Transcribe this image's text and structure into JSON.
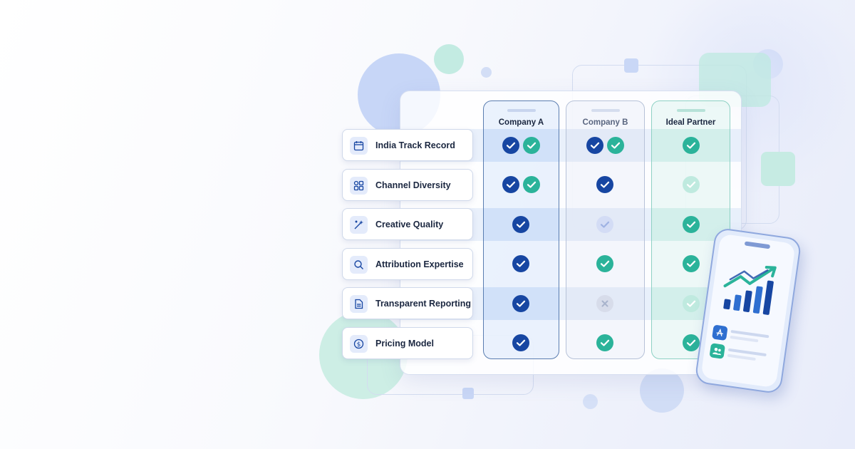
{
  "columns": [
    {
      "name": "Company A",
      "color": "#1b2740"
    },
    {
      "name": "Company B",
      "color": "#5a6680"
    },
    {
      "name": "Ideal Partner",
      "color": "#1b2740"
    }
  ],
  "rows": [
    {
      "label": "India Track Record",
      "icon": "calendar-icon"
    },
    {
      "label": "Channel Diversity",
      "icon": "grid-icon"
    },
    {
      "label": "Creative Quality",
      "icon": "magic-wand-icon"
    },
    {
      "label": "Attribution Expertise",
      "icon": "search-icon"
    },
    {
      "label": "Transparent Reporting",
      "icon": "document-icon"
    },
    {
      "label": "Pricing Model",
      "icon": "dollar-icon"
    }
  ],
  "colors": {
    "navy": "#1746a2",
    "teal": "#2bb39a",
    "accent_blue": "#5a7db0"
  }
}
